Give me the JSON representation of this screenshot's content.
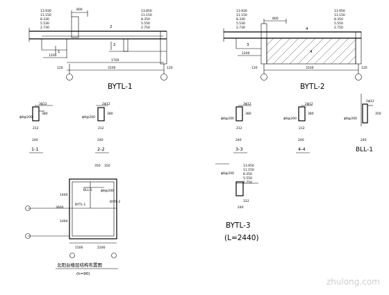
{
  "drawing_labels": {
    "beam_1": "BYTL-1",
    "beam_2": "BYTL-2",
    "beam_3": "BYTL-3",
    "beam_3_length": "(L=2440)",
    "bll_1": "BLL-1",
    "section_1": "1-1",
    "section_2": "2-2",
    "section_3": "3-3",
    "section_4": "4-4",
    "plan_title": "北阳台楼层结构布置图",
    "plan_note": "(h=90)"
  },
  "elevations_1": [
    "13.930",
    "11.150",
    "8.330",
    "5.530",
    "2.730"
  ],
  "elevations_2": [
    "13.850",
    "11.150",
    "8.350",
    "5.550",
    "2.750"
  ],
  "elevations_3": [
    "13.950",
    "11.150",
    "8.350",
    "5.550",
    "2.750"
  ],
  "dims": {
    "d800": "800",
    "d1200": "1200",
    "d1700": "1700",
    "d3100": "3100",
    "d120": "120",
    "d240": "240",
    "d212": "212",
    "d380": "380",
    "d350": "350",
    "d312": "312",
    "d2200": "2200",
    "d1500": "1500",
    "d3600": "3600",
    "d1400": "1400",
    "d1000": "1000"
  },
  "marks": {
    "m1": "1",
    "m2": "2",
    "m3": "3",
    "m4": "4",
    "rebar_a": "ɸ8@200",
    "rebar_b": "3ɸ12",
    "rebar_c": "2ɸ12",
    "a_axis": "ⓐ",
    "bll": "BLL-1",
    "bytl2": "BYTL-2",
    "bytl1": "BYTL-1"
  },
  "watermark": "zhulong.com"
}
